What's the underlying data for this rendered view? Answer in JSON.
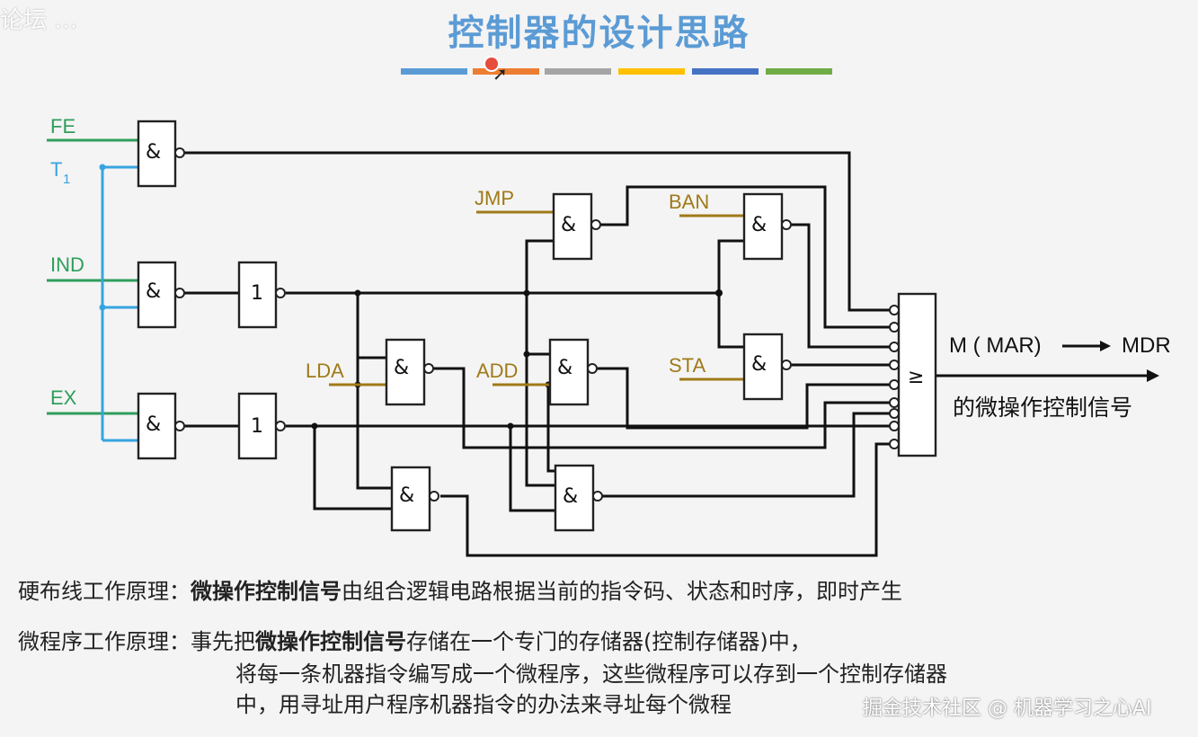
{
  "header": {
    "title": "控制器的设计思路",
    "watermark_top": "论坛 …",
    "color_bar": [
      "#5b9bd5",
      "#ed7d31",
      "#a5a5a5",
      "#ffc000",
      "#4472c4",
      "#70ad47"
    ]
  },
  "diagram": {
    "inputs": {
      "fe": "FE",
      "t1": "T",
      "t1_sub": "1",
      "ind": "IND",
      "ex": "EX",
      "jmp_top": "JMP",
      "ban": "BAN",
      "lda": "LDA",
      "add": "ADD",
      "sta": "STA"
    },
    "gate_symbols": {
      "and": "&",
      "not": "1",
      "or": "≥"
    },
    "output_label": "M ( MAR)",
    "output_target": "MDR",
    "output_caption": "的微操作控制信号"
  },
  "notes": {
    "hardwired_label": "硬布线工作原理：",
    "hardwired_bold": "微操作控制信号",
    "hardwired_rest": "由组合逻辑电路根据当前的指令码、状态和时序，即时产生",
    "micro_label": "微程序工作原理：",
    "micro_line1_pre": "事先把",
    "micro_line1_bold": "微操作控制信号",
    "micro_line1_rest": "存储在一个专门的存储器(控制存储器)中，",
    "micro_line2": "将每一条机器指令编写成一个微程序，这些微程序可以存到一个控制存储器",
    "micro_line3": "中，用寻址用户程序机器指令的办法来寻址每个微程"
  },
  "watermark_bottom": "掘金技术社区 @ 机器学习之心AI"
}
